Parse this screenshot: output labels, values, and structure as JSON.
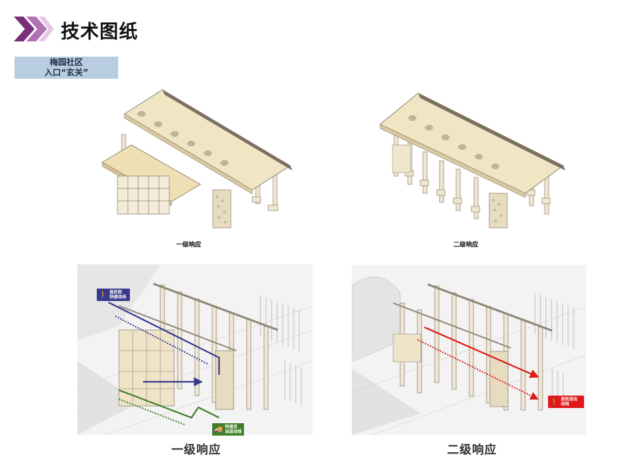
{
  "header": {
    "title": "技术图纸",
    "accent_colors": [
      "#7a2f7a",
      "#b271b2",
      "#e6c6e6"
    ]
  },
  "label_box": {
    "line1": "梅园社区",
    "line2": "入口“玄关”"
  },
  "top_figures": [
    {
      "caption": "一级响应"
    },
    {
      "caption": "二级响应"
    }
  ],
  "bottom_figures": [
    {
      "caption": "一级响应",
      "tags": [
        {
          "line1": "居民取",
          "line2": "快递动线",
          "color": "#3a3a8c",
          "icon": "walking-person-icon"
        },
        {
          "line1": "快递员",
          "line2": "派送动线",
          "color": "#3f7f2a",
          "icon": "delivery-truck-icon"
        }
      ]
    },
    {
      "caption": "二级响应",
      "tags": [
        {
          "line1": "居民进出",
          "line2": "动线",
          "color": "#e01818",
          "icon": "walking-cyclist-icon"
        }
      ]
    }
  ]
}
